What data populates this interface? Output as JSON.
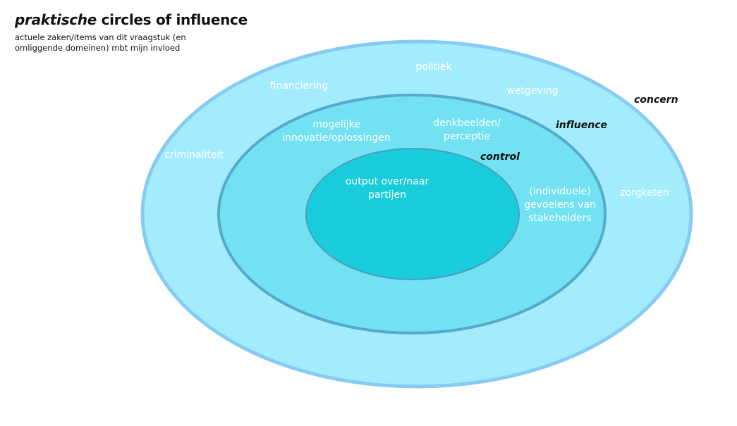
{
  "header": {
    "title_emphasis": "praktische",
    "title_rest": " circles of influence",
    "subtitle": "actuele zaken/items van dit vraagstuk (en omliggende domeinen) mbt mijn invloed"
  },
  "colors": {
    "concern_fill": "#a3ecfd",
    "concern_stroke": "#87cbf2",
    "influence_fill": "#72e2f3",
    "influence_stroke": "#55a9cc",
    "control_fill": "#18ccdb",
    "control_stroke": "#4a9fc0",
    "label_text": "#ffffff",
    "ring_name_text": "#111111"
  },
  "circles": {
    "concern": {
      "name": "concern",
      "items": [
        "politiek",
        "financiering",
        "wetgeving",
        "criminaliteit",
        "zorgketen"
      ]
    },
    "influence": {
      "name": "influence",
      "items": [
        "mogelijke\ninnovatie/oplossingen",
        "denkbeelden/\nperceptie",
        "(individuele)\ngevoelens van\nstakeholders"
      ]
    },
    "control": {
      "name": "control",
      "items": [
        "output over/naar\npartijen"
      ]
    }
  }
}
